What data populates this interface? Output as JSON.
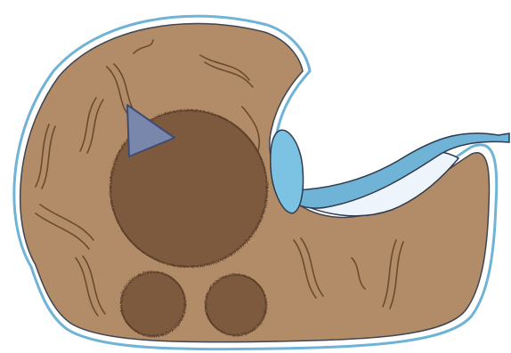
{
  "illustration": {
    "colors": {
      "background": "#ffffff",
      "cell_body": "#b48d68",
      "cell_shade": "#9c7654",
      "outline": "#2f3a4e",
      "membrane_blue": "#6fb3d6",
      "vacuole_blue": "#7cc3e3",
      "pocket_white": "#eef4fb",
      "nucleus": "#7d5a3e",
      "nucleus_dark": "#5b3f2a",
      "triangle": "#7a87ad",
      "triangle_dark": "#3f4b72",
      "squiggle": "#6b4b30"
    },
    "elements": [
      "cell-body",
      "outer-membrane",
      "large-nucleus",
      "small-granule-left",
      "small-granule-right",
      "triangular-organelle",
      "blue-vacuole",
      "tail-flagellum",
      "membrane-pocket",
      "fibrous-strands"
    ]
  }
}
